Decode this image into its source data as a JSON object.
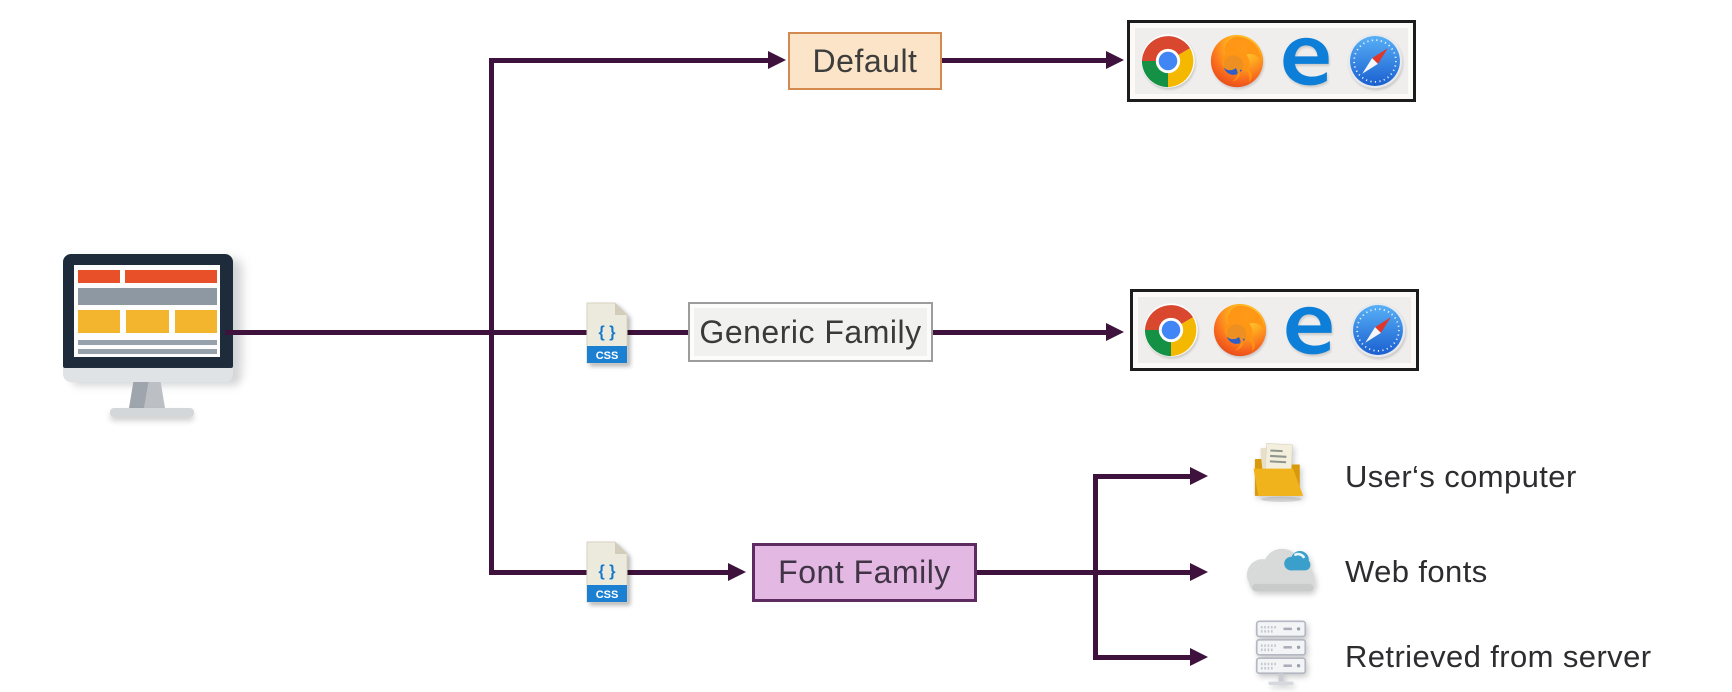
{
  "diagram": {
    "source": {
      "name": "webpage-on-monitor"
    },
    "branches": {
      "default": {
        "label": "Default"
      },
      "generic": {
        "label": "Generic Family"
      },
      "font": {
        "label": "Font Family"
      }
    },
    "css_file": {
      "symbol": "{ }",
      "label": "CSS"
    },
    "browsers": [
      "Chrome",
      "Firefox",
      "Edge",
      "Safari"
    ],
    "outcomes": [
      {
        "icon": "folder-icon",
        "label": "User‘s computer"
      },
      {
        "icon": "cloud-icon",
        "label": "Web fonts"
      },
      {
        "icon": "server-icon",
        "label": "Retrieved from server"
      }
    ],
    "colors": {
      "line": "#3e123c",
      "default_fill": "#fce4c8",
      "default_border": "#d4894e",
      "generic_fill": "#f1f1ef",
      "generic_border": "#9c9c9c",
      "font_fill": "#e3b9e3",
      "font_border": "#5d2a62",
      "browser_box_fill": "#efeeec",
      "browser_box_border": "#1c1c1c"
    }
  }
}
